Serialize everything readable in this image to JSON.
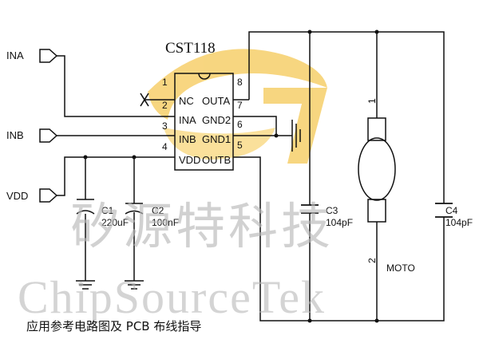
{
  "chip": {
    "name": "CST118",
    "pins_left": [
      {
        "num": "1",
        "name": ""
      },
      {
        "num": "2",
        "name": "NC"
      },
      {
        "num": "3",
        "name": "INA"
      },
      {
        "num": "4",
        "name": "INB"
      },
      {
        "num": "",
        "name": "VDD"
      }
    ],
    "pins_right": [
      {
        "num": "8",
        "name": ""
      },
      {
        "num": "7",
        "name": "OUTA"
      },
      {
        "num": "6",
        "name": "GND2"
      },
      {
        "num": "5",
        "name": "GND1"
      },
      {
        "num": "",
        "name": "OUTB"
      }
    ]
  },
  "inputs": [
    "INA",
    "INB",
    "VDD"
  ],
  "capacitors": {
    "c1": {
      "ref": "C1",
      "value": "220uF"
    },
    "c2": {
      "ref": "C2",
      "value": "100nF"
    },
    "c3": {
      "ref": "C3",
      "value": "104pF"
    },
    "c4": {
      "ref": "C4",
      "value": "104pF"
    }
  },
  "motor": {
    "label": "MOTO",
    "pin_top": "1",
    "pin_bottom": "2"
  },
  "watermark": {
    "chinese": "矽源特科技",
    "english": "ChipSourceTek"
  },
  "caption": "应用参考电路图及 PCB 布线指导",
  "colors": {
    "wire": "#111111",
    "logo": "#f2b51a",
    "watermark": "#b8b8b8"
  }
}
